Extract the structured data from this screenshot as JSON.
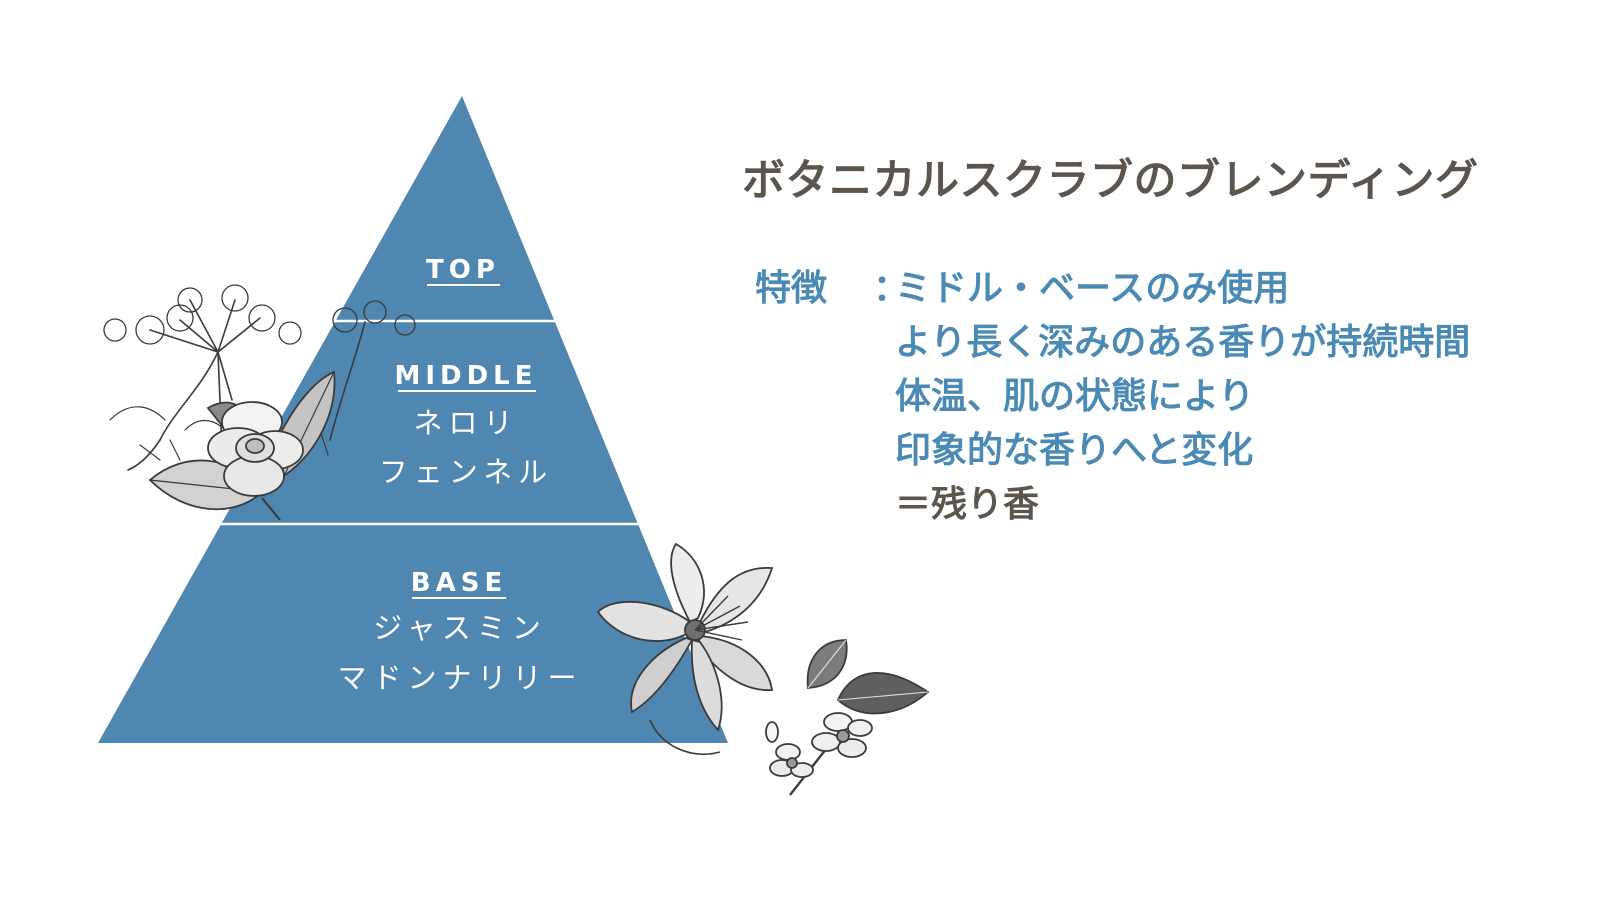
{
  "colors": {
    "pyramid": "#4f87b0",
    "title": "#5b554e",
    "accent": "#4b8ab4",
    "divider": "#ffffff",
    "ink": "#3b3b3b"
  },
  "pyramid": {
    "top": {
      "label": "TOP"
    },
    "middle": {
      "label": "MIDDLE",
      "notes": [
        "ネロリ",
        "フェンネル"
      ]
    },
    "base": {
      "label": "BASE",
      "notes": [
        "ジャスミン",
        "マドンナリリー"
      ]
    }
  },
  "title": "ボタニカルスクラブのブレンディング",
  "features": {
    "label": "特徴",
    "colon": "：",
    "lines": [
      "ミドル・ベースのみ使用",
      "より長く深みのある香りが持続時間",
      "体温、肌の状態により",
      "印象的な香りへと変化"
    ],
    "summary": "＝残り香"
  },
  "illustrations": {
    "left": [
      "fennel-illustration",
      "gardenia-illustration"
    ],
    "right": [
      "lily-illustration",
      "neroli-blossom-illustration"
    ]
  }
}
